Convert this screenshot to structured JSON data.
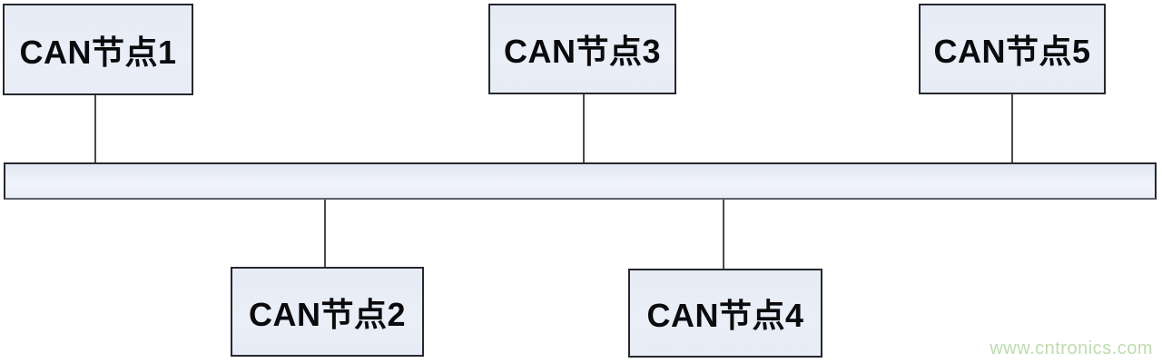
{
  "diagram": {
    "type": "bus-topology",
    "nodes": [
      {
        "id": "can-node-1",
        "label": "CAN节点1",
        "row": "top"
      },
      {
        "id": "can-node-2",
        "label": "CAN节点2",
        "row": "bottom"
      },
      {
        "id": "can-node-3",
        "label": "CAN节点3",
        "row": "top"
      },
      {
        "id": "can-node-4",
        "label": "CAN节点4",
        "row": "bottom"
      },
      {
        "id": "can-node-5",
        "label": "CAN节点5",
        "row": "top"
      }
    ],
    "bus": {
      "label": ""
    },
    "connections": [
      {
        "from": "CAN节点1",
        "to": "bus"
      },
      {
        "from": "CAN节点2",
        "to": "bus"
      },
      {
        "from": "CAN节点3",
        "to": "bus"
      },
      {
        "from": "CAN节点4",
        "to": "bus"
      },
      {
        "from": "CAN节点5",
        "to": "bus"
      }
    ],
    "colors": {
      "node_fill": "#eaedf6",
      "node_border": "#26282e",
      "connector": "#4a4a4a",
      "background": "#ffffff",
      "watermark_text": "#bedcae"
    }
  },
  "watermark": {
    "text": "www.cntronics.com"
  }
}
